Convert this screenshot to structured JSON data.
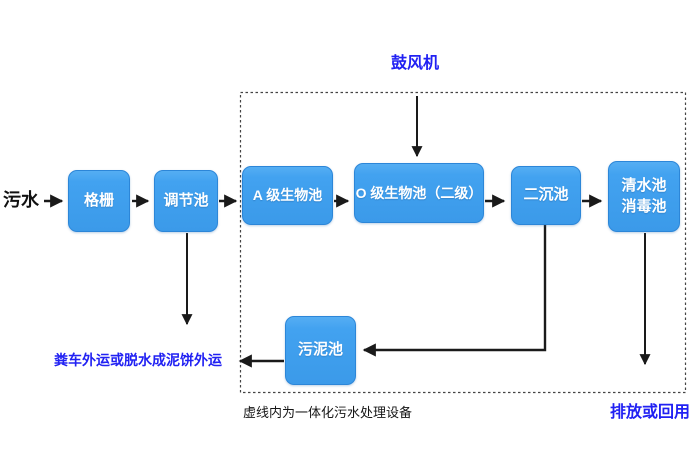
{
  "diagram": {
    "title_meaning": "Integrated wastewater treatment equipment process flow",
    "influent_label": "污水",
    "blower_label": "鼓风机",
    "caption": "虚线内为一体化污水处理设备",
    "sludge_disposal_label": "粪车外运或脱水成泥饼外运",
    "discharge_label": "排放或回用",
    "nodes": {
      "grid": {
        "label": "格栅"
      },
      "regulating_tank": {
        "label": "调节池"
      },
      "a_bio_tank": {
        "label": "A 级生物池"
      },
      "o_bio_tank": {
        "label": "O 级生物池（二级）"
      },
      "secondary_clarifier": {
        "label": "二沉池"
      },
      "clear_disinfection_tank": {
        "label": "清水池\n消毒池"
      },
      "sludge_tank": {
        "label": "污泥池"
      }
    },
    "colors": {
      "node_fill": "#42a2f0",
      "node_border": "#2c86d8",
      "node_text": "#ffffff",
      "annotation_blue": "#2121f3",
      "line_color": "#1a1a1a",
      "dashed_box": "#444444",
      "background": "#ffffff"
    }
  }
}
